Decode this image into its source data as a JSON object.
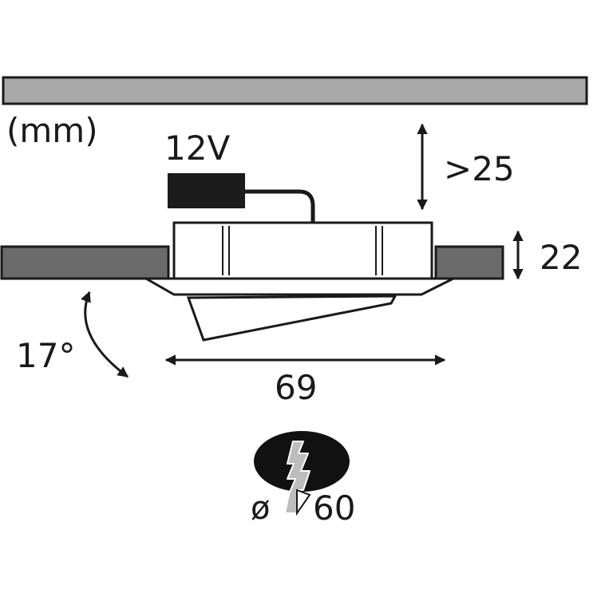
{
  "diagram": {
    "unit_label": "(mm)",
    "voltage_label": "12V",
    "clearance_label": ">25",
    "thickness_label": "22",
    "tilt_label": "17°",
    "width_label": "69",
    "cutout_symbol": "ø",
    "cutout_label": "60"
  },
  "colors": {
    "ceiling": "#a9a9a9",
    "panel": "#6b6b6b",
    "driver": "#1c1c1c",
    "stroke": "#1a1a1a",
    "hole": "#111111"
  }
}
